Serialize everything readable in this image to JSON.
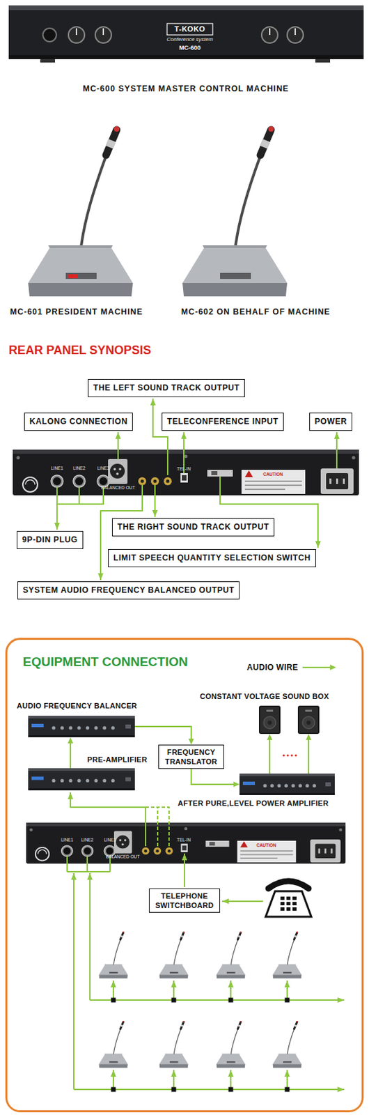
{
  "diagram": {
    "nodes": [
      {
        "text": [
          "THE LEFT SOUND TRACK OUTPUT"
        ]
      },
      {
        "text": [
          "KALONG CONNECTION"
        ]
      },
      {
        "text": [
          "TELECONFERENCE INPUT"
        ]
      },
      {
        "text": [
          "POWER"
        ]
      },
      {
        "text": [
          "THE RIGHT SOUND TRACK OUTPUT"
        ]
      },
      {
        "text": [
          "9P-DIN PLUG"
        ]
      },
      {
        "text": [
          "LIMIT SPEECH QUANTITY SELECTION SWITCH"
        ]
      },
      {
        "text": [
          "SYSTEM AUDIO FREQUENCY BALANCED OUTPUT"
        ]
      },
      {
        "text": [
          "EQUIPMENT CONNECTION"
        ]
      },
      {
        "text": [
          "AUDIO FREQUENCY BALANCER"
        ],
        "in": 8
      },
      {
        "text": [
          "CONSTANT VOLTAGE SOUND BOX"
        ],
        "in": 8
      },
      {
        "text": [
          "PRE-AMPLIFIER"
        ],
        "in": 8
      },
      {
        "text": [
          "FREQUENCY TRANSLATOR"
        ],
        "in": 8
      },
      {
        "text": [
          "AFTER PURE,LEVEL POWER AMPLIFIER"
        ],
        "in": 8
      },
      {
        "text": [
          "TELEPHONE SWITCHBOARD"
        ],
        "in": 8
      }
    ],
    "edges": [
      {
        "from": 11,
        "to": 9,
        "arrow": "to"
      },
      {
        "from": 9,
        "to": 12,
        "arrow": "to"
      },
      {
        "from": 12,
        "to": 13,
        "arrow": "to"
      },
      {
        "from": 13,
        "to": 10,
        "arrow": "to"
      }
    ],
    "labels": [
      "T-KOKO",
      "Conference system",
      "MC-600",
      "MC-600 SYSTEM MASTER CONTROL MACHINE",
      "MC-601 PRESIDENT MACHINE",
      "MC-602 ON BEHALF OF MACHINE",
      "REAR PANEL SYNOPSIS",
      "LINE1",
      "LINE2",
      "LINE3",
      "BALANCED OUT",
      "TEL-IN",
      "CAUTION",
      "LINE1",
      "LINE2",
      "LINE3",
      "BALANCED OUT",
      "TEL-IN",
      "CAUTION"
    ],
    "legend": [
      {
        "text": "AUDIO WIRE"
      }
    ]
  }
}
